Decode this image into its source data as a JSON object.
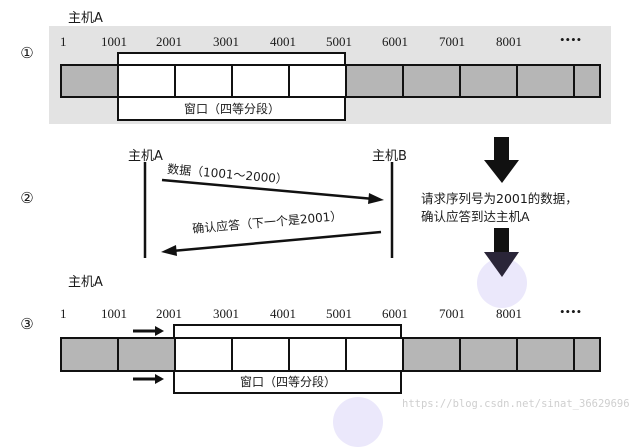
{
  "colors": {
    "panel_bg": "#e3e3e3",
    "sent_segment": "#b6b6b6",
    "window_segment": "#ffffff",
    "line": "#111111",
    "accent_blob": "#ebe8fb",
    "watermark": "#cfcfcf"
  },
  "section1": {
    "step_marker": "①",
    "host_label": "主机A",
    "ticks": [
      "1",
      "1001",
      "2001",
      "3001",
      "4001",
      "5001",
      "6001",
      "7001",
      "8001",
      "••••"
    ],
    "window_label": "窗口（四等分段）",
    "window_start": "1001",
    "window_end": "5001"
  },
  "section2": {
    "step_marker": "②",
    "host_a_label": "主机A",
    "host_b_label": "主机B",
    "data_message": "数据（1001～2000）",
    "ack_message": "确认应答（下一个是2001）",
    "note_line1": "请求序列号为2001的数据，",
    "note_line2": "确认应答到达主机A"
  },
  "section3": {
    "step_marker": "③",
    "host_label": "主机A",
    "ticks": [
      "1",
      "1001",
      "2001",
      "3001",
      "4001",
      "5001",
      "6001",
      "7001",
      "8001",
      "••••"
    ],
    "window_label": "窗口（四等分段）",
    "window_start": "2001",
    "window_end": "6001"
  },
  "watermark": "https://blog.csdn.net/sinat_36629696"
}
